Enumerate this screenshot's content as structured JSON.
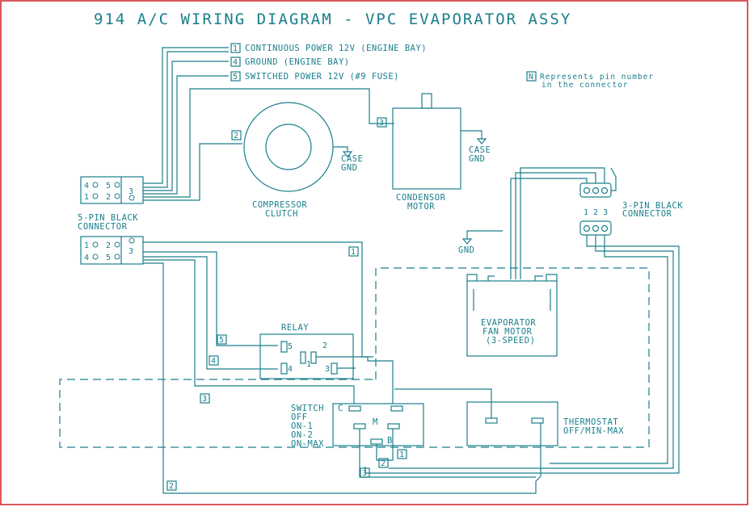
{
  "title": "914 A/C WIRING DIAGRAM - VPC EVAPORATOR ASSY",
  "colors": {
    "line": "#1a7f8c",
    "border": "#cc2222",
    "background": "#ffffff"
  },
  "legend": {
    "leads": [
      {
        "pin": "1",
        "text": "CONTINUOUS POWER 12V (ENGINE BAY)"
      },
      {
        "pin": "4",
        "text": "GROUND (ENGINE BAY)"
      },
      {
        "pin": "5",
        "text": "SWITCHED POWER 12V (#9 FUSE)"
      }
    ],
    "note_box": "N",
    "note_line1": "Represents pin number",
    "note_line2": "in the connector"
  },
  "five_pin_top": {
    "pins": [
      "4",
      "5",
      "1",
      "2",
      "3"
    ]
  },
  "five_pin_bottom": {
    "pins": [
      "1",
      "2",
      "4",
      "5",
      "3"
    ],
    "label_line1": "5-PIN BLACK",
    "label_line2": "CONNECTOR"
  },
  "compressor": {
    "label_line1": "COMPRESSOR",
    "label_line2": "CLUTCH",
    "pin": "2",
    "gnd_line1": "CASE",
    "gnd_line2": "GND"
  },
  "condensor": {
    "label_line1": "CONDENSOR",
    "label_line2": "MOTOR",
    "pin": "3",
    "gnd_line1": "CASE",
    "gnd_line2": "GND"
  },
  "three_pin": {
    "pins": "1 2 3",
    "label_line1": "3-PIN BLACK",
    "label_line2": "CONNECTOR"
  },
  "evap_gnd": "GND",
  "evap_fan": {
    "line1": "EVAPORATOR",
    "line2": "FAN MOTOR",
    "line3": "(3-SPEED)"
  },
  "relay": {
    "label": "RELAY",
    "t5": "5",
    "t4": "4",
    "t1": "1",
    "t2": "2",
    "t3": "3"
  },
  "wire_pins": {
    "p5": "5",
    "p4": "4",
    "p3": "3",
    "p2": "2",
    "p1": "1"
  },
  "switch": {
    "title": "SWITCH",
    "positions": [
      "OFF",
      "ON-1",
      "ON-2",
      "ON-MAX"
    ],
    "terminal_c": "C",
    "terminal_m": "M",
    "terminal_b": "B",
    "pin_3": "3",
    "pin_2": "2",
    "pin_1": "1"
  },
  "thermostat": {
    "line1": "THERMOSTAT",
    "line2": "OFF/MIN-MAX"
  }
}
